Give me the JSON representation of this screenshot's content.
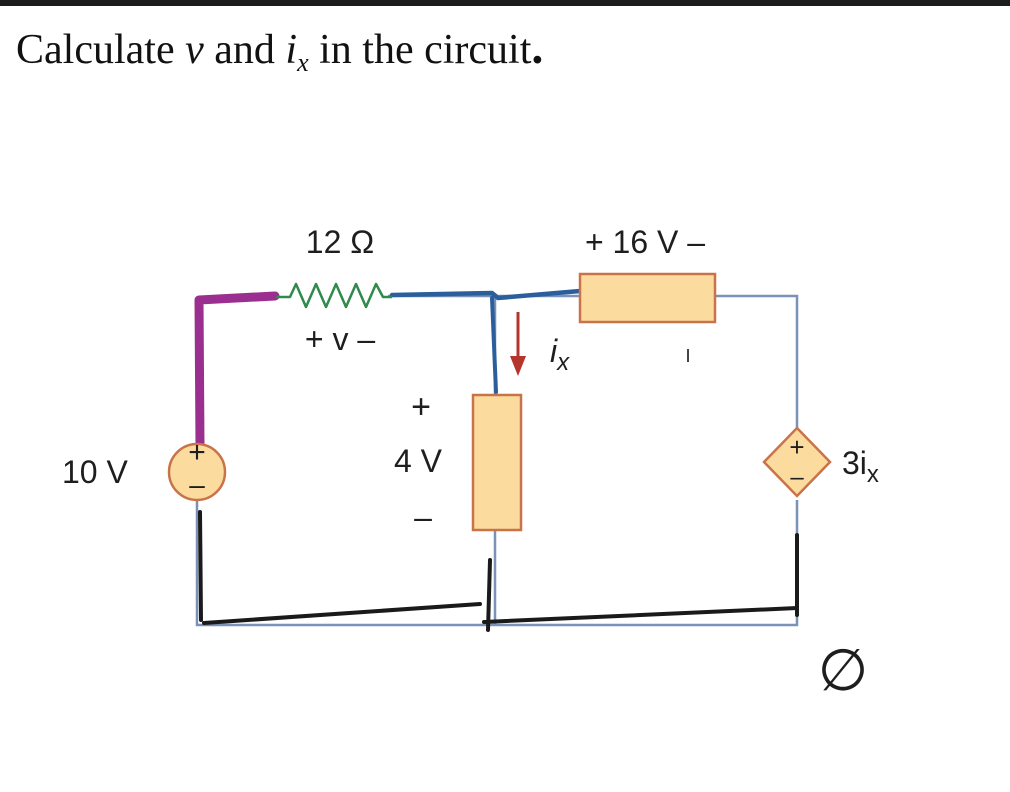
{
  "question": {
    "prefix": "Calculate ",
    "var_v": "v",
    "middle": " and ",
    "var_i": "i",
    "sub_x": "x",
    "suffix": " in the circuit",
    "period": "."
  },
  "circuit": {
    "resistor_label": "12 Ω",
    "resistor_polarity": "+ v –",
    "element_16v_label": "+ 16 V –",
    "current_base": "i",
    "current_sub": "x",
    "source_10v_label": "10 V",
    "element_4v_plus": "+",
    "element_4v_value": "4 V",
    "element_4v_minus": "–",
    "dependent_source_base": "3i",
    "dependent_source_sub": "x",
    "source_plus": "+",
    "source_minus": "–",
    "cursor_mark": "I",
    "ground_annotation": "∅"
  },
  "colors": {
    "wire": "#7a92b8",
    "ink_blue": "#2b5f9c",
    "ink_purple": "#9b2f8f",
    "ink_black": "#1a1a1a",
    "element_fill": "#fbdc9e",
    "element_stroke": "#c9734a",
    "resistor_green": "#2f8a4c",
    "arrow_red": "#b5352d"
  }
}
